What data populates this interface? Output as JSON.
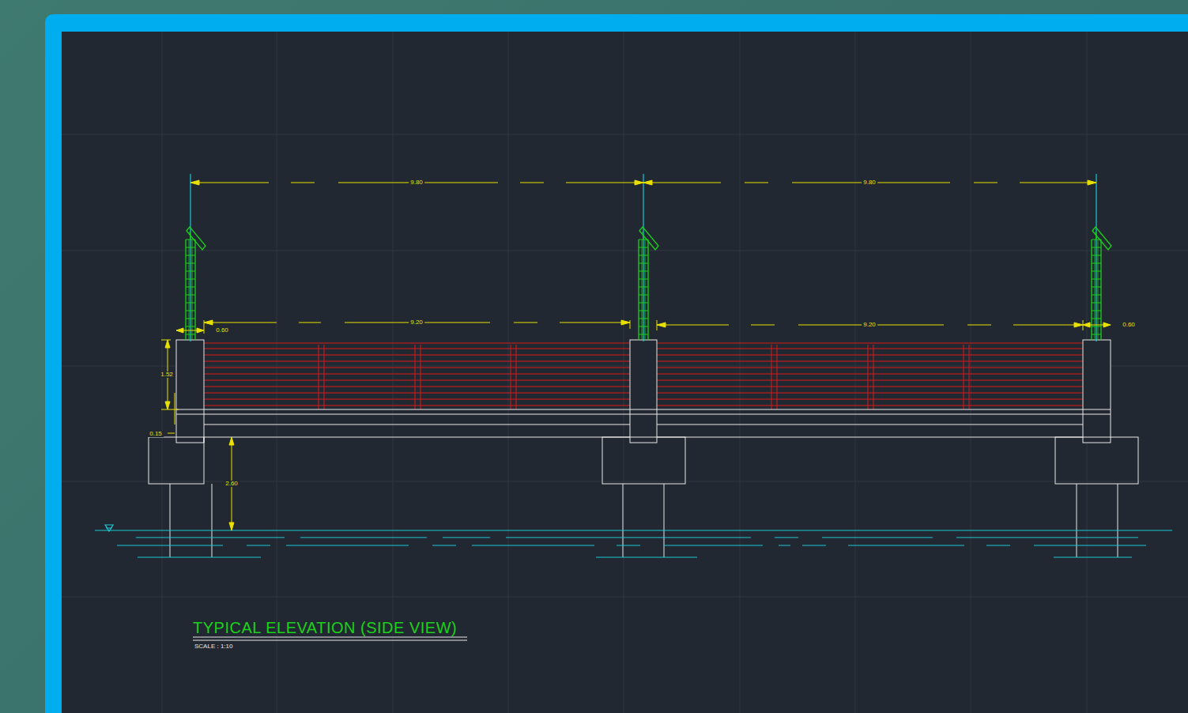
{
  "diagram": {
    "title": "TYPICAL ELEVATION (SIDE VIEW)",
    "caption": "SCALE : 1:10",
    "labels": [
      "9.80",
      "9.80",
      "0.60",
      "9.20",
      "9.20",
      "0.60",
      "1.52",
      "0.15",
      "2.60"
    ]
  }
}
